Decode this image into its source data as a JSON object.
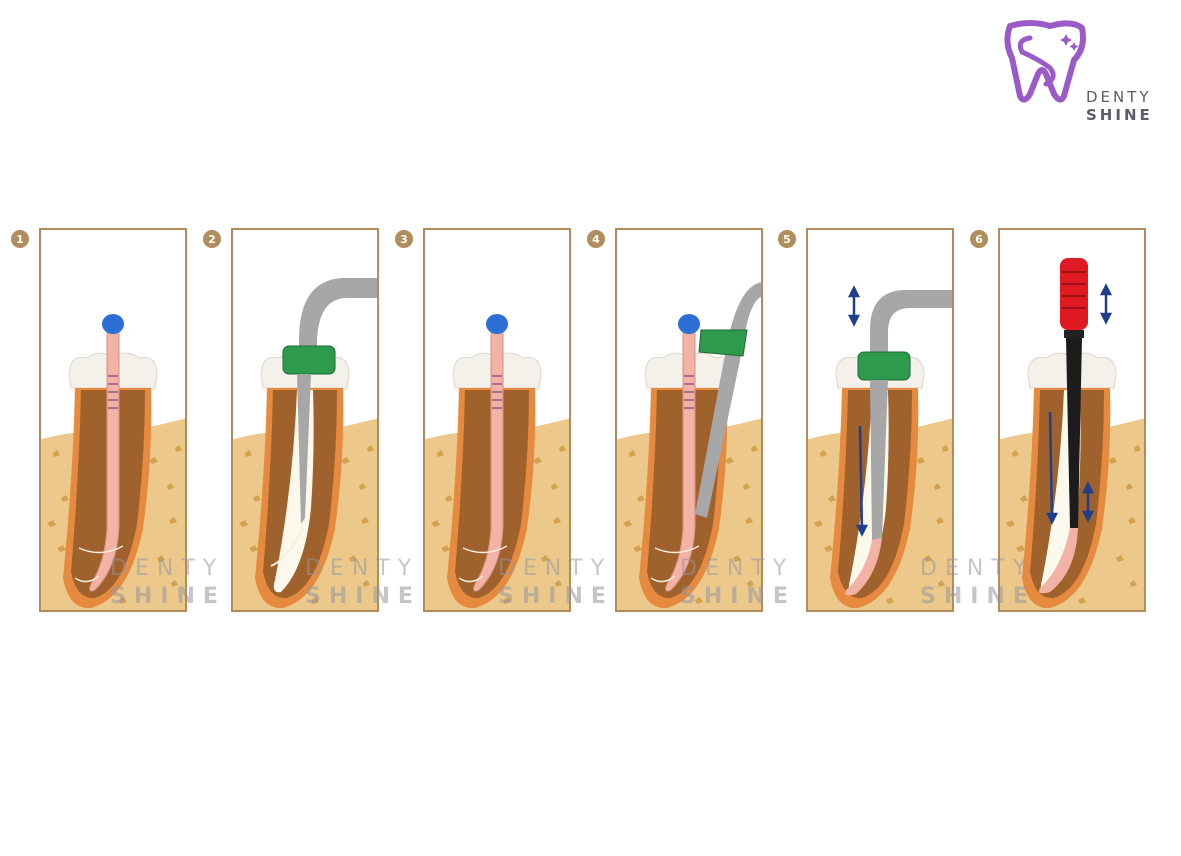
{
  "brand": {
    "line1": "DENTY",
    "line2": "SHINE",
    "color": "#9a5ac8"
  },
  "watermark": {
    "line1": "DENTY",
    "line2": "SHINE"
  },
  "steps": [
    {
      "number": "1",
      "tool": "gutta-percha-cone",
      "icon": "tooth-cone-icon"
    },
    {
      "number": "2",
      "tool": "spreader-with-stopper",
      "icon": "tooth-spreader-icon"
    },
    {
      "number": "3",
      "tool": "gutta-percha-cone",
      "icon": "tooth-cone-icon"
    },
    {
      "number": "4",
      "tool": "heated-plugger-cutting-cone",
      "icon": "tooth-plugger-icon"
    },
    {
      "number": "5",
      "tool": "plugger-vertical-condensation",
      "icon": "tooth-condense-icon"
    },
    {
      "number": "6",
      "tool": "obturation-gun-backfill",
      "icon": "tooth-backfill-icon"
    }
  ],
  "colors": {
    "frame": "#b08d5c",
    "bone": "#ecc98a",
    "bone_spot": "#d2a24e",
    "dentin": "#a0622c",
    "root_edge": "#e58a3e",
    "crown": "#f4f1ea",
    "canal": "#fbf8ec",
    "cone": "#f2b2a5",
    "cone_cap": "#2d6fd6",
    "instrument": "#a7a7a7",
    "stopper": "#2e9a4c",
    "gun_handle": "#e01a22",
    "arrow": "#1e3f8c"
  }
}
